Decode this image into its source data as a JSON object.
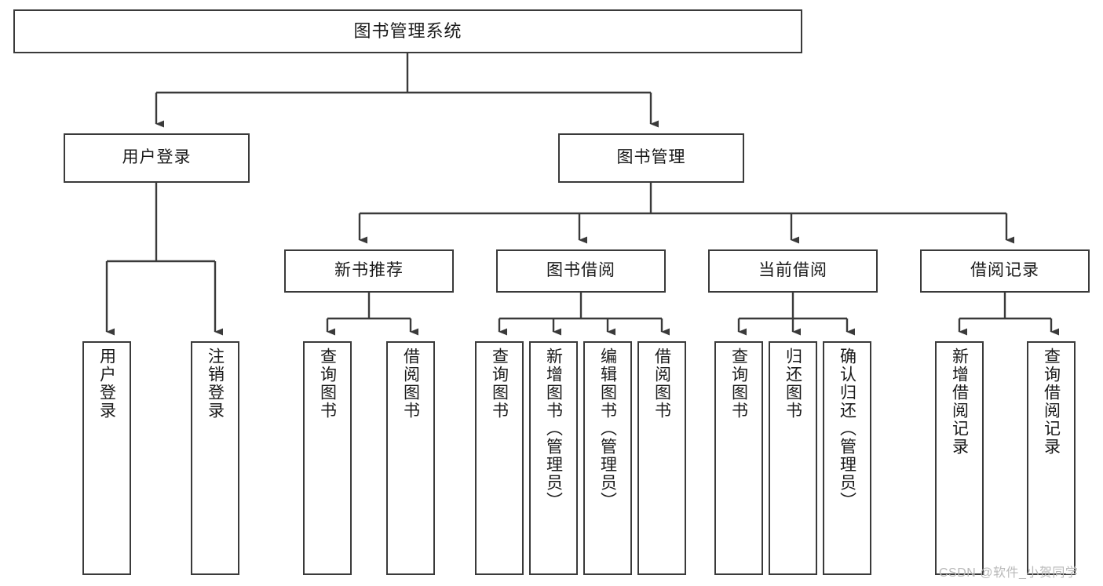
{
  "diagram": {
    "type": "tree",
    "title": "图书管理系统",
    "orientation": "top-down",
    "colors": {
      "box_border": "#3a3a3a",
      "box_fill": "#ffffff",
      "connector": "#3a3a3a",
      "text": "#1a1a1a",
      "background": "#ffffff",
      "watermark": "#b9b9b9"
    },
    "nodes": {
      "root": {
        "label": "图书管理系统"
      },
      "level2": [
        {
          "id": "user-login",
          "label": "用户登录"
        },
        {
          "id": "book-manage",
          "label": "图书管理"
        }
      ],
      "level3": [
        {
          "id": "new-book-recommend",
          "label": "新书推荐"
        },
        {
          "id": "book-borrow",
          "label": "图书借阅"
        },
        {
          "id": "current-borrow",
          "label": "当前借阅"
        },
        {
          "id": "borrow-record",
          "label": "借阅记录"
        }
      ],
      "leaves": {
        "user_login": [
          {
            "id": "leaf-user-login",
            "label": "用户登录"
          },
          {
            "id": "leaf-logout-login",
            "label": "注销登录"
          }
        ],
        "new_book_recommend": [
          {
            "id": "leaf-query-book-1",
            "label": "查询图书"
          },
          {
            "id": "leaf-borrow-book-1",
            "label": "借阅图书"
          }
        ],
        "book_borrow": [
          {
            "id": "leaf-query-book-2",
            "label": "查询图书"
          },
          {
            "id": "leaf-add-book",
            "label": "新增图书（管理员）"
          },
          {
            "id": "leaf-edit-book",
            "label": "编辑图书（管理员）"
          },
          {
            "id": "leaf-borrow-book-2",
            "label": "借阅图书"
          }
        ],
        "current_borrow": [
          {
            "id": "leaf-query-book-3",
            "label": "查询图书"
          },
          {
            "id": "leaf-return-book",
            "label": "归还图书"
          },
          {
            "id": "leaf-confirm-return",
            "label": "确认归还（管理员）"
          }
        ],
        "borrow_record": [
          {
            "id": "leaf-add-record",
            "label": "新增借阅记录"
          },
          {
            "id": "leaf-query-record",
            "label": "查询借阅记录"
          }
        ]
      }
    }
  },
  "watermark": {
    "text": "CSDN @软件_小贺同学"
  }
}
